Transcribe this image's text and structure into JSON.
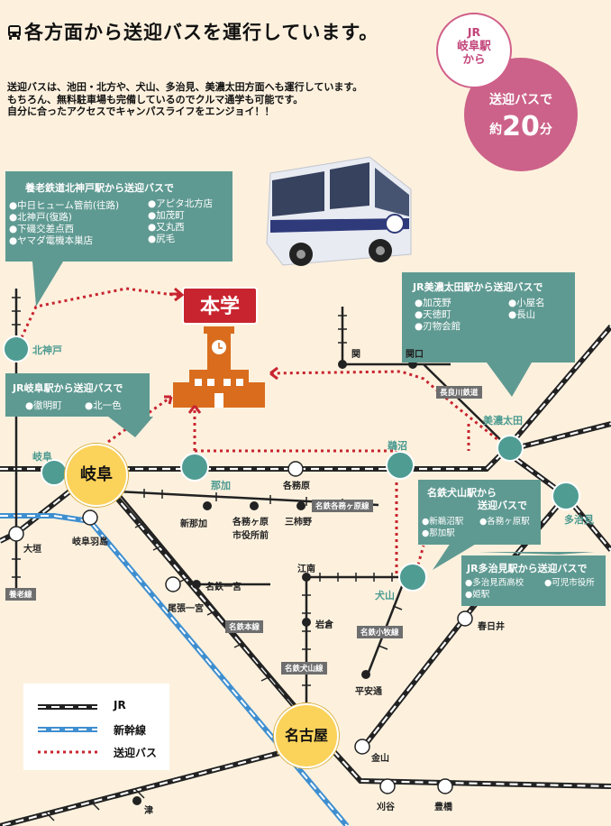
{
  "header": {
    "title": "各方面から送迎バスを運行しています。",
    "intro_lines": [
      "送迎バスは、池田・北方や、犬山、多治見、美濃太田方面へも運行しています。",
      "もちろん、無料駐車場も完備しているのでクルマ通学も可能です。",
      "自分に合ったアクセスでキャンパスライフをエンジョイ！！"
    ]
  },
  "badges": {
    "jr_station": [
      "JR",
      "岐阜駅",
      "から"
    ],
    "travel_time": {
      "line1": "送迎バスで",
      "prefix": "約",
      "number": "20",
      "unit": "分"
    }
  },
  "boxes": {
    "kitakoudo": {
      "title": "養老鉄道北神戸駅から送迎バスで",
      "left": [
        "●中日ヒューム管前(往路)",
        "●北神戸(復路)",
        "●下磯交差点西",
        "●ヤマダ電機本巣店"
      ],
      "right": [
        "●アピタ北方店",
        "●加茂町",
        "●又丸西",
        "●尻毛"
      ]
    },
    "minoota": {
      "title": "JR美濃太田駅から送迎バスで",
      "left": [
        "●加茂野",
        "●天徳町",
        "●刃物会館"
      ],
      "right": [
        "●小屋名",
        "●長山"
      ]
    },
    "gifu": {
      "title": "JR岐阜駅から送迎バスで",
      "items": [
        "●徹明町",
        "●北一色"
      ]
    },
    "inuyama": {
      "title_lines": [
        "名鉄犬山駅から",
        "送迎バスで"
      ],
      "left": [
        "●新鵜沼駅",
        "●那加駅"
      ],
      "right": [
        "●各務ヶ原駅"
      ]
    },
    "tajimi": {
      "title": "JR多治見駅から送迎バスで",
      "left": [
        "●多治見西高校",
        "●姫駅"
      ],
      "right": [
        "●可児市役所"
      ]
    }
  },
  "campus": {
    "label": "本学"
  },
  "hubs": {
    "gifu": "岐阜",
    "nagoya": "名古屋"
  },
  "stations": {
    "kitakoudo": "北神戸",
    "gifu_teal": "岐阜",
    "naka": "那加",
    "unuma": "鵜沼",
    "minoota": "美濃太田",
    "tajimi": "多治見",
    "inuyama": "犬山",
    "seki": "関",
    "sekiguchi": "関口",
    "kakamigahara": "各務原",
    "shinnaka": "新那加",
    "kakamigahara_city": [
      "各務ヶ原",
      "市役所前"
    ],
    "mikakino": "三柿野",
    "ogaki": "大垣",
    "gifuhashima": "岐阜羽島",
    "meitetsu_ichinomiya": "名鉄一宮",
    "owari_ichinomiya": "尾張一宮",
    "konan": "江南",
    "iwakura": "岩倉",
    "heiantori": "平安通",
    "kasugai": "春日井",
    "kanayama": "金山",
    "kariya": "刈谷",
    "toyohashi": "豊橋",
    "tsu": "津"
  },
  "line_tags": {
    "nagara": "長良川鉄道",
    "kakamigahara": "名鉄各務ヶ原線",
    "yoro": "養老線",
    "meitetsu_honsen": "名鉄本線",
    "komaki": "名鉄小牧線",
    "inuyama": "名鉄犬山線"
  },
  "legend": {
    "jr": "JR",
    "shinkansen": "新幹線",
    "bus": "送迎バス"
  },
  "colors": {
    "background": "#fdf1de",
    "teal_box": "#5f9a92",
    "teal_station": "#4f9c93",
    "bus_route": "#c8242f",
    "shinkansen": "#3f8fd0",
    "campus_building": "#d96d1d",
    "time_circle": "#cc6289",
    "hub": "#fbd25a"
  },
  "icons": [
    "bus-icon",
    "clock-tower-icon",
    "bus-photo"
  ]
}
